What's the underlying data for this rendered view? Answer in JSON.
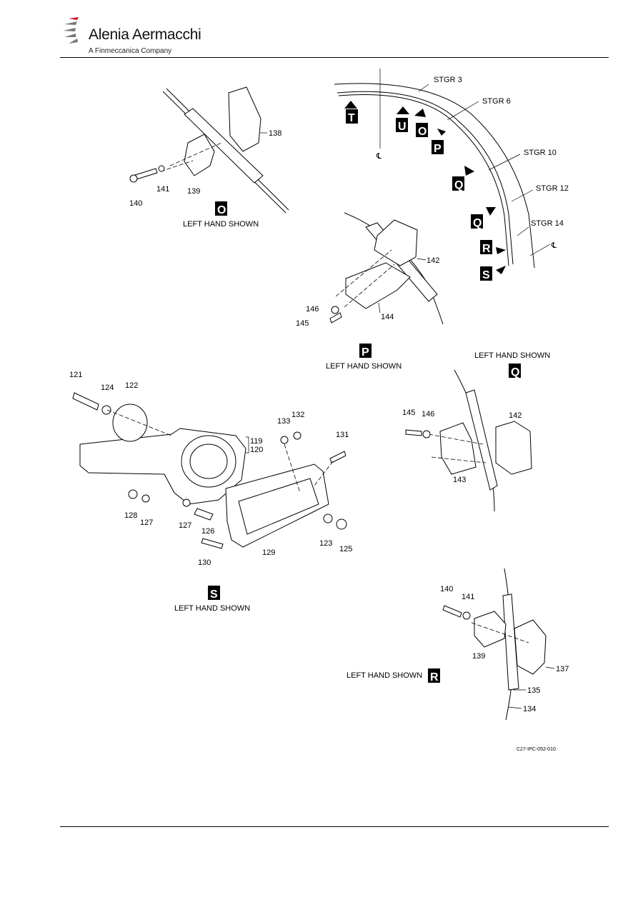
{
  "header": {
    "brand_name": "Alenia Aermacchi",
    "brand_tagline": "A Finmeccanica Company"
  },
  "views": {
    "O": {
      "tag": "O",
      "caption": "LEFT HAND SHOWN"
    },
    "P": {
      "tag": "P",
      "caption": "LEFT HAND SHOWN"
    },
    "Q": {
      "tag": "Q",
      "caption": "LEFT HAND SHOWN"
    },
    "S": {
      "tag": "S",
      "caption": "LEFT HAND SHOWN"
    },
    "R": {
      "tag": "R",
      "caption": "LEFT HAND SHOWN"
    }
  },
  "overview": {
    "stringers": [
      "STGR 3",
      "STGR 6",
      "STGR 10",
      "STGR 12",
      "STGR 14"
    ],
    "arrows": [
      "T",
      "U",
      "O",
      "P",
      "Q",
      "Q",
      "R",
      "S"
    ],
    "centerline": "℄"
  },
  "callouts": {
    "view_o": [
      "138",
      "141",
      "139",
      "140"
    ],
    "view_p": [
      "142",
      "146",
      "145",
      "144"
    ],
    "view_q": [
      "145",
      "146",
      "142",
      "143"
    ],
    "view_s": [
      "121",
      "124",
      "122",
      "119",
      "120",
      "133",
      "132",
      "131",
      "128",
      "127",
      "127",
      "126",
      "129",
      "123",
      "125",
      "130"
    ],
    "view_r": [
      "140",
      "141",
      "139",
      "137",
      "135",
      "134"
    ]
  },
  "figure_ref": "C27-IPC-052-010"
}
